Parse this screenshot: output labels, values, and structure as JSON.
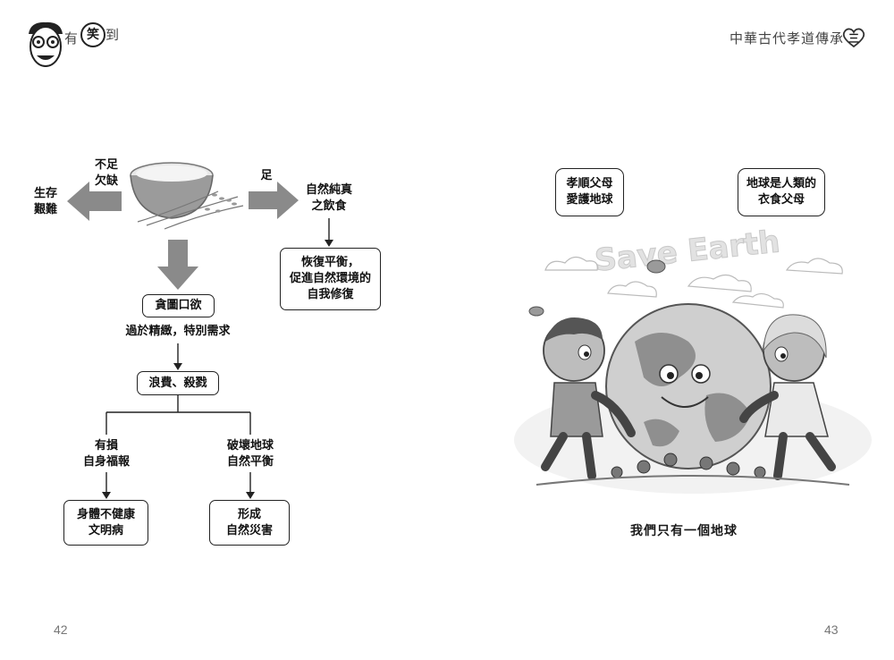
{
  "header": {
    "left_logo_text": [
      "有",
      "笑",
      "到"
    ],
    "right_title": "中華古代孝道傳承",
    "right_badge": "三"
  },
  "left_page": {
    "page_number": "42",
    "not_enough": [
      "不足",
      "欠缺"
    ],
    "survival": [
      "生存",
      "艱難"
    ],
    "enough": "足",
    "natural_food": [
      "自然純真",
      "之飲食"
    ],
    "restore_box": [
      "恢復平衡，",
      "促進自然環境的",
      "自我修復"
    ],
    "greed_box": "貪圖口欲",
    "overrefined": "過於精緻，特別需求",
    "waste_box": "浪費、殺戮",
    "harm_self": [
      "有損",
      "自身福報"
    ],
    "destroy_earth": [
      "破壞地球",
      "自然平衡"
    ],
    "health_box": [
      "身體不健康",
      "文明病"
    ],
    "disaster_box": [
      "形成",
      "自然災害"
    ]
  },
  "right_page": {
    "page_number": "43",
    "bubble_left": [
      "孝順父母",
      "愛護地球"
    ],
    "bubble_right": [
      "地球是人類的",
      "衣食父母"
    ],
    "illustration_text": "Save Earth",
    "caption": "我們只有一個地球"
  }
}
